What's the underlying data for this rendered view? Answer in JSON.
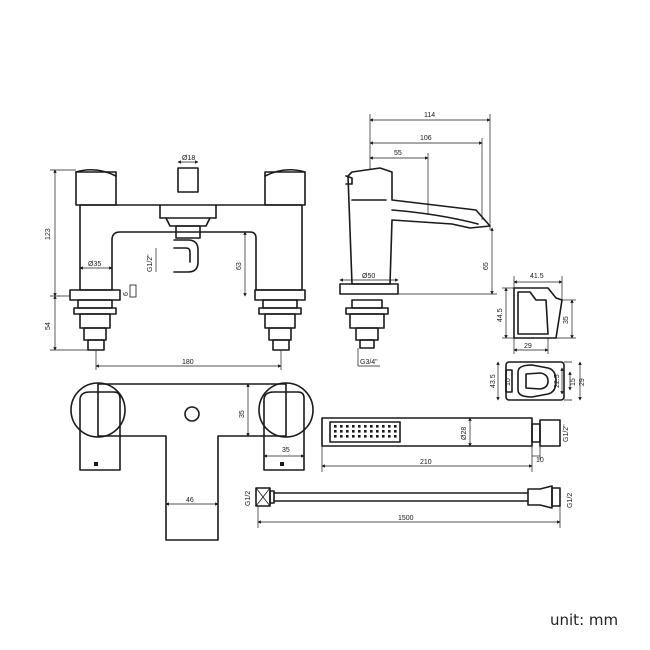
{
  "unit_label": "unit: mm",
  "dims": {
    "d18": "Ø18",
    "d123": "123",
    "d35": "Ø35",
    "g12_bath": "G1/2\"",
    "d63": "63",
    "d6": "6",
    "d54": "54",
    "d180": "180",
    "d114": "114",
    "d106": "106",
    "d55": "55",
    "d50": "Ø50",
    "d65": "65",
    "g34": "G3/4\"",
    "d41_5": "41.5",
    "d44_5": "44.5",
    "d35_holder": "35",
    "d29_holder": "29",
    "d43_5": "43.5",
    "d10_holder": "10",
    "d22_5": "22.5",
    "d15": "15",
    "d29_right": "29",
    "d35_wall": "35",
    "d35_wall2": "35",
    "d46": "46",
    "d28": "Ø28",
    "g12_handset": "G1/2\"",
    "d210": "210",
    "d10_handset": "10",
    "g12_hose_left": "G1/2",
    "g12_hose_right": "G1/2",
    "d1500": "1500"
  }
}
